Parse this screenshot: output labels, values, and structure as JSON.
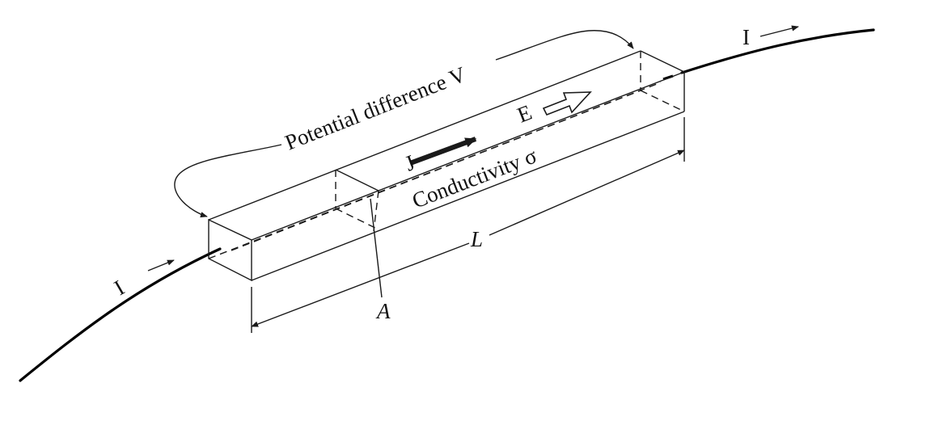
{
  "labels": {
    "current_left": "I",
    "current_right": "I",
    "potential": "Potential difference V",
    "current_density": "J",
    "field": "E",
    "conductivity": "Conductivity σ",
    "length": "L",
    "area": "A"
  },
  "colors": {
    "ink": "#1a1a1a",
    "background": "#ffffff"
  }
}
